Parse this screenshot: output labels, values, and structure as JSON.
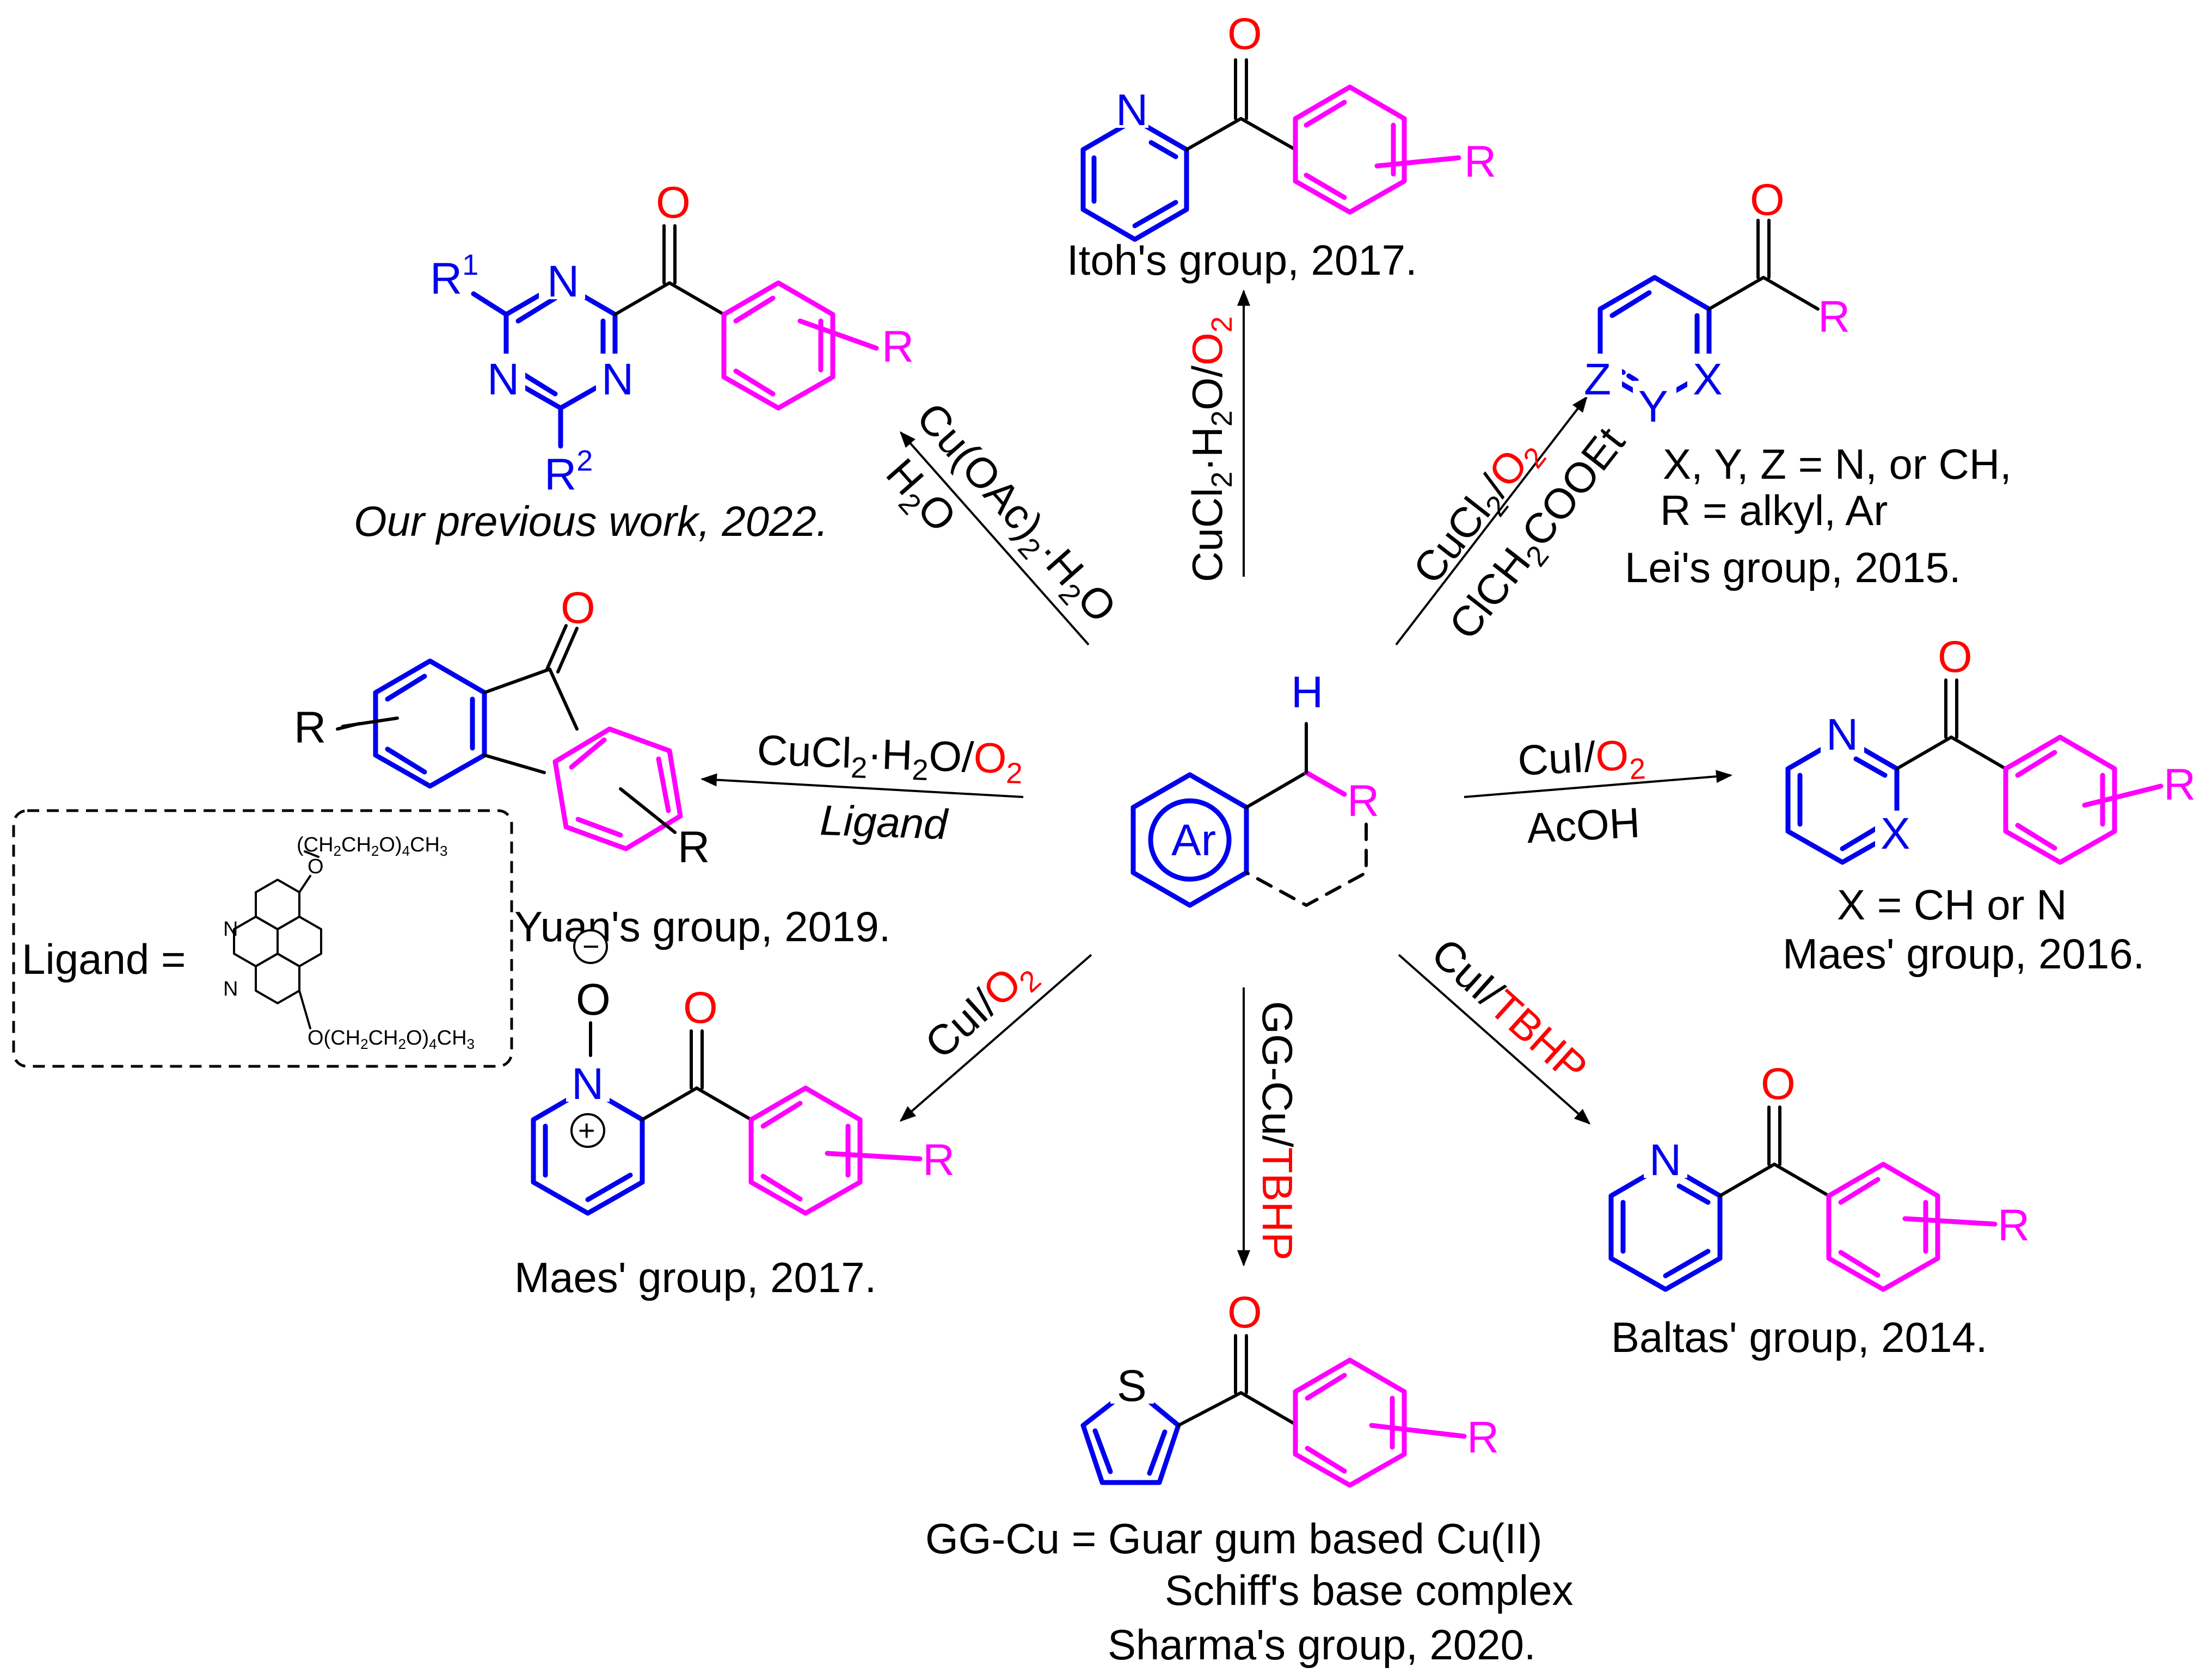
{
  "colors": {
    "ring_blue": "#0000ee",
    "aryl_magenta": "#ff00ff",
    "oxygen_red": "#ff0000",
    "reagent_cyan": "#1a8bc4",
    "bond_black": "#000000"
  },
  "atoms": {
    "O": "O",
    "N": "N",
    "S": "S",
    "R": "R",
    "R1": "R",
    "sup1": "1",
    "R2": "R",
    "sup2": "2",
    "X": "X",
    "Y": "Y",
    "Z": "Z",
    "H": "H",
    "Ar": "Ar",
    "minus": "−",
    "plus": "+"
  },
  "captions": {
    "itoh": "Itoh's group, 2017.",
    "ours": "Our previous work, 2022.",
    "lei_line1": "X, Y,  Z = N, or CH,",
    "lei_line2": "R = alkyl, Ar",
    "lei_line3": "Lei's group, 2015.",
    "yuan": "Yuan's group, 2019.",
    "maes2016_line1": "X = CH or N",
    "maes2016_line2": "Maes' group, 2016.",
    "maes2017": "Maes' group, 2017.",
    "baltas": "Baltas' group, 2014.",
    "sharma_line1": "GG-Cu =  Guar gum based Cu(II)",
    "sharma_line2": "Schiff's base complex",
    "sharma_line3": "Sharma's group, 2020."
  },
  "ligand_box": {
    "label": "Ligand =",
    "top_chain_a": "(CH",
    "top_chain_b": "2",
    "top_chain_c": "CH",
    "top_chain_d": "2",
    "top_chain_e": "O)",
    "top_chain_f": "4",
    "top_chain_g": "CH",
    "top_chain_h": "3",
    "o_top": "O",
    "bottom_chain_a": "O(CH",
    "bottom_chain_b": "2",
    "bottom_chain_c": "CH",
    "bottom_chain_d": "2",
    "bottom_chain_e": "O)",
    "bottom_chain_f": "4",
    "bottom_chain_g": "CH",
    "bottom_chain_h": "3",
    "n1": "N",
    "n2": "N"
  },
  "reagents": {
    "itoh": {
      "a": "CuCl",
      "b": "2",
      "c": "·H",
      "d": "2",
      "e": "O/",
      "f": "O",
      "g": "2"
    },
    "ours": {
      "a": "Cu(OAc)",
      "b": "2",
      "c": "·H",
      "d": "2",
      "e": "O",
      "red_a": "H",
      "red_b": "2",
      "red_c": "O"
    },
    "lei": {
      "a": "CuCl",
      "b": "2",
      "c": "/",
      "d": "O",
      "e": "2",
      "cy_a": "ClCH",
      "cy_b": "2",
      "cy_c": "COOEt"
    },
    "yuan": {
      "a": "CuCl",
      "b": "2",
      "c": "·H",
      "d": "2",
      "e": "O/",
      "f": "O",
      "g": "2",
      "below": "Ligand"
    },
    "maes2016": {
      "a": "CuI/",
      "b": "O",
      "c": "2",
      "below": "AcOH"
    },
    "maes2017": {
      "a": "CuI/",
      "b": "O",
      "c": "2"
    },
    "sharma": {
      "a": "GG-Cu/",
      "b": "TBHP"
    },
    "baltas": {
      "a": "CuI/",
      "b": "TBHP"
    }
  }
}
